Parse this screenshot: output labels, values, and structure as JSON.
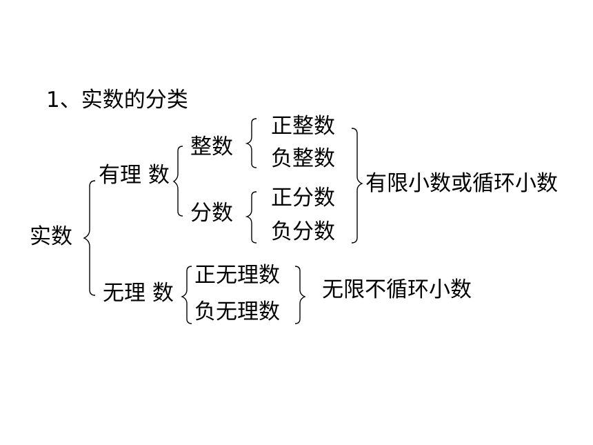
{
  "title": "1、实数的分类",
  "root": "实数",
  "rational": {
    "label": "有理 数",
    "integer": {
      "label": "整数",
      "positive": "正整数",
      "negative": "负整数"
    },
    "fraction": {
      "label": "分数",
      "positive": "正分数",
      "negative": "负分数"
    },
    "note": "有限小数或循环小数"
  },
  "irrational": {
    "label": "无理 数",
    "positive": "正无理数",
    "negative": "负无理数",
    "note": "无限不循环小数"
  }
}
